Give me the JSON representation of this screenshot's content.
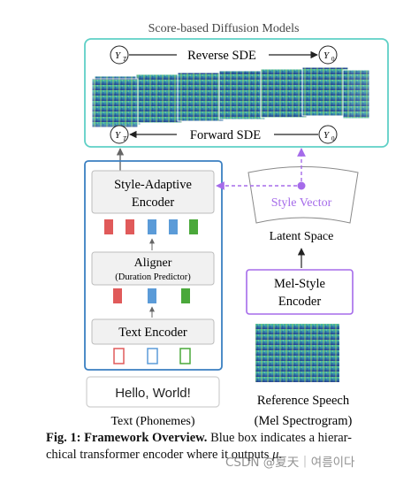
{
  "diagram": {
    "top_title": "Score-based Diffusion Models",
    "reverse_sde": "Reverse SDE",
    "forward_sde": "Forward SDE",
    "node_y_t": "Y",
    "node_y_t_sub": "T",
    "node_y_0": "Y",
    "node_y_0_sub": "0",
    "style_adaptive_encoder_line1": "Style-Adaptive",
    "style_adaptive_encoder_line2": "Encoder",
    "aligner": "Aligner",
    "aligner_sub": "(Duration Predictor)",
    "text_encoder": "Text Encoder",
    "input_text": "Hello, World!",
    "input_label": "Text (Phonemes)",
    "style_vector": "Style Vector",
    "latent_space": "Latent Space",
    "mel_style_encoder_line1": "Mel-Style",
    "mel_style_encoder_line2": "Encoder",
    "reference_label_line1": "Reference Speech",
    "reference_label_line2": "(Mel Spectrogram)"
  },
  "caption": {
    "fig_label": "Fig. 1",
    "bold_title": "Framework Overview.",
    "line1_text": " Blue box indicates a hierar-",
    "line2_text": "chical transformer encoder where it outputs ",
    "line2_symbol": "μ",
    "line2_end": "."
  },
  "watermark": "CSDN @夏天｜여름이다",
  "colors": {
    "teal": "#5fd0c6",
    "blue_box": "#3a7fc1",
    "purple": "#a56bea",
    "red_token": "#e05a5a",
    "blue_token": "#5b9bd8",
    "green_token": "#4aa83a"
  }
}
